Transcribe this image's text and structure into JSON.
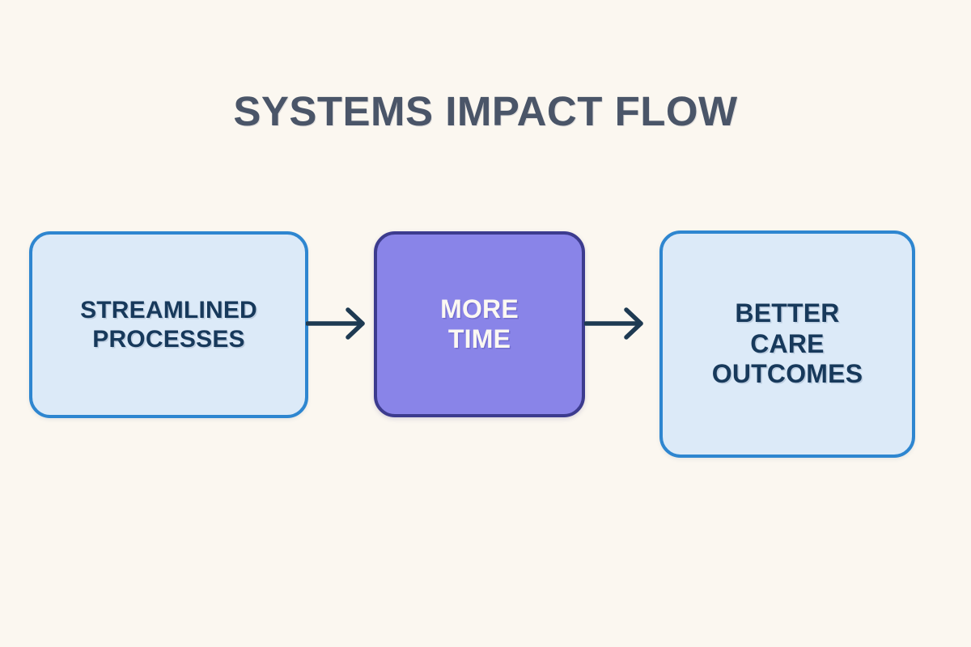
{
  "diagram": {
    "title": "SYSTEMS IMPACT FLOW",
    "background_color": "#FBF7F0",
    "title_color": "#4A5568",
    "nodes": [
      {
        "id": "streamlined-processes",
        "label": "STREAMLINED\nPROCESSES",
        "line1": "STREAMLINED",
        "line2": "PROCESSES",
        "style": "blue",
        "fill_color": "#DCEAF8",
        "border_color": "#2E86D0",
        "text_color": "#17395B"
      },
      {
        "id": "more-time",
        "label": "MORE\nTIME",
        "line1": "MORE",
        "line2": "TIME",
        "style": "purple",
        "fill_color": "#8984E8",
        "border_color": "#3C3B8E",
        "text_color": "#FBF8F2"
      },
      {
        "id": "better-care-outcomes",
        "label": "BETTER\nCARE\nOUTCOMES",
        "line1": "BETTER",
        "line2": "CARE",
        "line3": "OUTCOMES",
        "style": "blue",
        "fill_color": "#DCEAF8",
        "border_color": "#2E86D0",
        "text_color": "#17395B"
      }
    ],
    "connectors": [
      {
        "id": "arrow-streamlined-to-more-time",
        "from": "streamlined-processes",
        "to": "more-time",
        "direction": "right",
        "color": "#1E3A52"
      },
      {
        "id": "arrow-more-time-to-better-care",
        "from": "more-time",
        "to": "better-care-outcomes",
        "direction": "right",
        "color": "#1E3A52"
      }
    ]
  }
}
